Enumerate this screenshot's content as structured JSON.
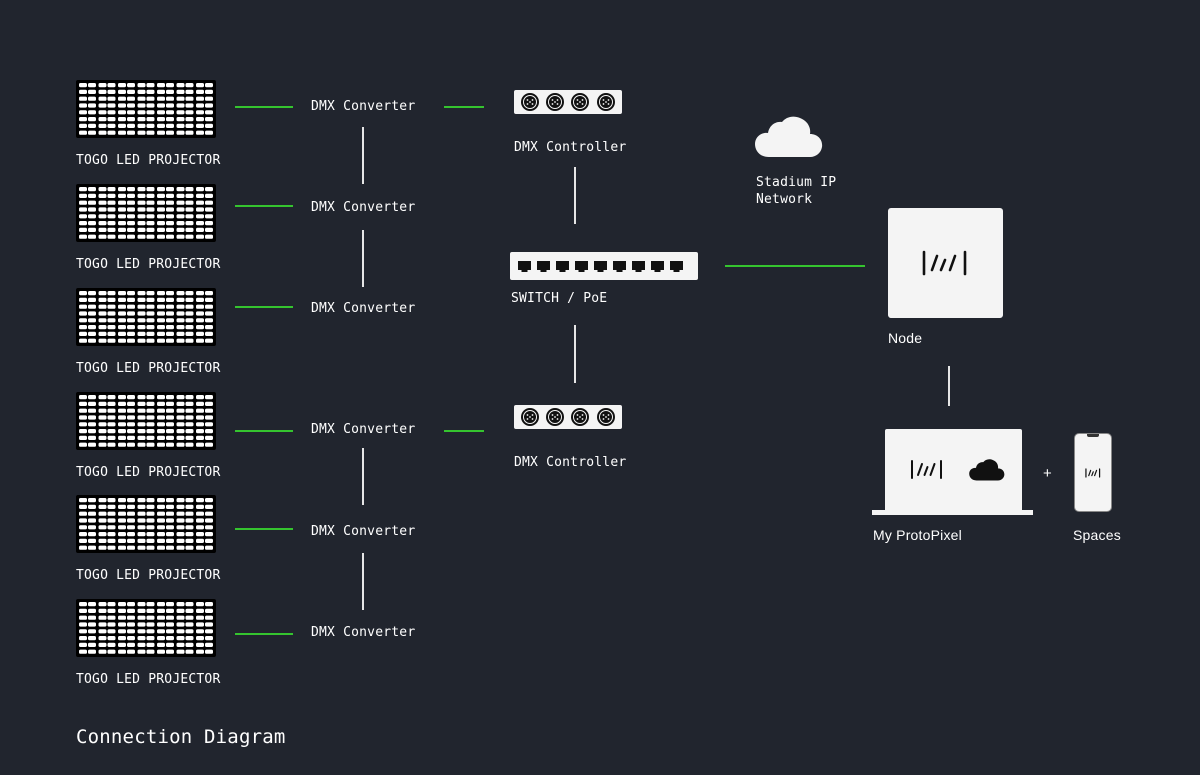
{
  "colors": {
    "background": "#21252e",
    "connection_green": "#35c42f",
    "line_white": "#e6e6e6",
    "device_white": "#f4f4f4"
  },
  "projectors": [
    {
      "label": "TOGO LED PROJECTOR"
    },
    {
      "label": "TOGO LED PROJECTOR"
    },
    {
      "label": "TOGO LED PROJECTOR"
    },
    {
      "label": "TOGO LED PROJECTOR"
    },
    {
      "label": "TOGO LED PROJECTOR"
    },
    {
      "label": "TOGO LED PROJECTOR"
    }
  ],
  "converters": [
    {
      "label": "DMX Converter"
    },
    {
      "label": "DMX Converter"
    },
    {
      "label": "DMX Converter"
    },
    {
      "label": "DMX Converter"
    },
    {
      "label": "DMX Converter"
    },
    {
      "label": "DMX Converter"
    }
  ],
  "controllers": [
    {
      "label": "DMX Controller"
    },
    {
      "label": "DMX Controller"
    }
  ],
  "switch": {
    "label": "SWITCH / PoE"
  },
  "cloud": {
    "label_line1": "Stadium IP",
    "label_line2": "Network"
  },
  "node": {
    "label": "Node"
  },
  "app": {
    "label": "My ProtoPixel",
    "plus": "+"
  },
  "spaces": {
    "label": "Spaces"
  },
  "footer": {
    "title": "Connection Diagram"
  }
}
